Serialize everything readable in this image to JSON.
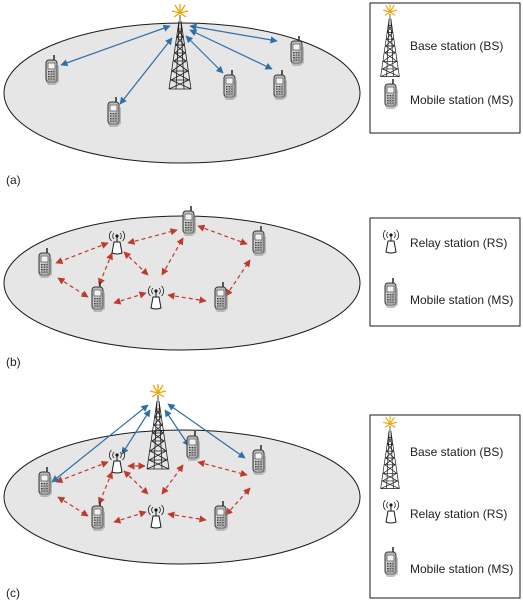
{
  "panels": [
    {
      "label": "(a)",
      "legend": [
        {
          "icon": "base-station-icon",
          "text": "Base station (BS)"
        },
        {
          "icon": "mobile-station-icon",
          "text": "Mobile station (MS)"
        }
      ]
    },
    {
      "label": "(b)",
      "legend": [
        {
          "icon": "relay-station-icon",
          "text": "Relay station (RS)"
        },
        {
          "icon": "mobile-station-icon",
          "text": "Mobile station (MS)"
        }
      ]
    },
    {
      "label": "(c)",
      "legend": [
        {
          "icon": "base-station-icon",
          "text": "Base station (BS)"
        },
        {
          "icon": "relay-station-icon",
          "text": "Relay station (RS)"
        },
        {
          "icon": "mobile-station-icon",
          "text": "Mobile station (MS)"
        }
      ]
    }
  ],
  "colors": {
    "cell_fill": "#e6e6e6",
    "cell_stroke": "#1a1a1a",
    "bs_link": "#2f6fa8",
    "relay_link": "#c0392b",
    "antenna_spark": "#f0a500"
  }
}
